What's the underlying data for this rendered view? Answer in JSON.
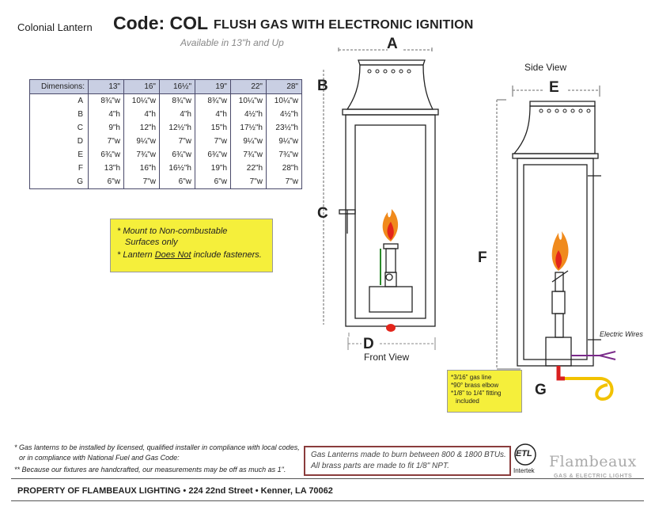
{
  "header": {
    "brand": "Colonial Lantern",
    "code": "Code: COL",
    "title": "FLUSH GAS WITH ELECTRONIC IGNITION",
    "subtitle": "Available in 13\"h and Up"
  },
  "table": {
    "headers": [
      "Dimensions:",
      "13\"",
      "16\"",
      "16½\"",
      "19\"",
      "22\"",
      "28\""
    ],
    "rows": [
      [
        "A",
        "8¾\"w",
        "10¼\"w",
        "8¾\"w",
        "8¾\"w",
        "10¼\"w",
        "10¼\"w"
      ],
      [
        "B",
        "4\"h",
        "4\"h",
        "4\"h",
        "4\"h",
        "4½\"h",
        "4½\"h"
      ],
      [
        "C",
        "9\"h",
        "12\"h",
        "12½\"h",
        "15\"h",
        "17½\"h",
        "23½\"h"
      ],
      [
        "D",
        "7\"w",
        "9¼\"w",
        "7\"w",
        "7\"w",
        "9¼\"w",
        "9¼\"w"
      ],
      [
        "E",
        "6¾\"w",
        "7¾\"w",
        "6¾\"w",
        "6¾\"w",
        "7¾\"w",
        "7¾\"w"
      ],
      [
        "F",
        "13\"h",
        "16\"h",
        "16½\"h",
        "19\"h",
        "22\"h",
        "28\"h"
      ],
      [
        "G",
        "6\"w",
        "7\"w",
        "6\"w",
        "6\"w",
        "7\"w",
        "7\"w"
      ]
    ]
  },
  "notes": {
    "line1": "*  Mount to Non-combustable",
    "line2": "Surfaces only",
    "line3a": "*  Lantern ",
    "line3b": "Does Not",
    "line3c": " include fasteners."
  },
  "front": {
    "letter_a": "A",
    "letter_b": "B",
    "letter_c": "C",
    "letter_d": "D",
    "caption": "Front View"
  },
  "side": {
    "caption": "Side View",
    "letter_e": "E",
    "letter_f": "F",
    "letter_g": "G",
    "electric_wires": "Electric Wires"
  },
  "gas_box": {
    "l1": "*3/16\" gas line",
    "l2": "*90° brass elbow",
    "l3": "*1/8\" to 1/4\" fitting",
    "l4": "included"
  },
  "footnotes": {
    "f1": "* Gas lanterns to be installed by licensed, qualified installer in compliance with local codes,",
    "f2": "or in compliance with National Fuel and Gas Code:",
    "f3": "** Because our fixtures are handcrafted, our measurements may be off as much as 1\"."
  },
  "btu": {
    "l1": "Gas Lanterns made to burn between 800 & 1800 BTUs.",
    "l2": "All brass parts are made to fit 1/8\" NPT."
  },
  "cert": {
    "mark": "ETL",
    "sub": "Intertek"
  },
  "logo": {
    "word": "Flambeaux",
    "sub": "GAS & ELECTRIC LIGHTS"
  },
  "footer": "PROPERTY OF FLAMBEAUX LIGHTING • 224 22nd Street • Kenner, LA 70062",
  "colors": {
    "highlight": "#f5ef3b",
    "table_header": "#c9cfe3",
    "flame": "#f08a1c",
    "gas_line": "#f2c200"
  }
}
